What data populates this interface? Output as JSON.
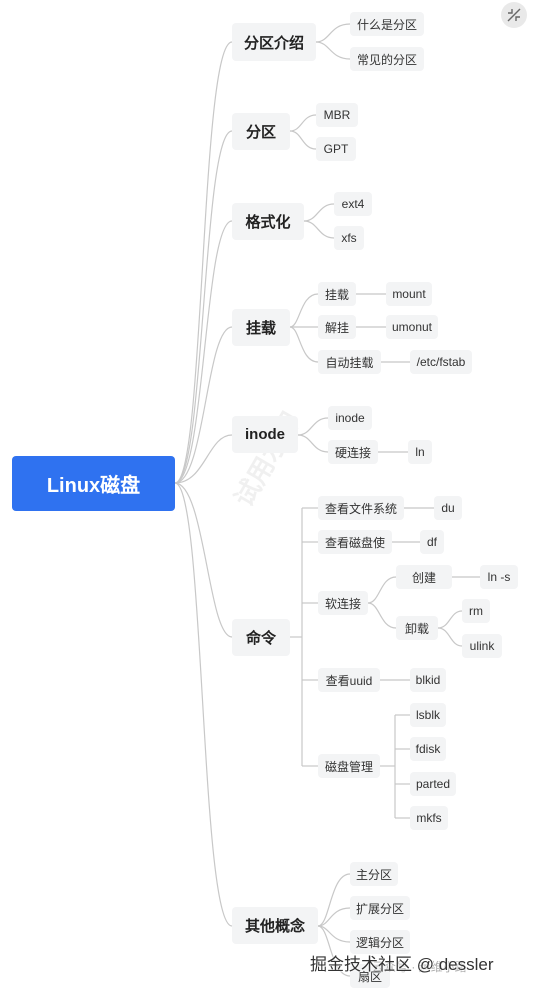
{
  "root": "Linux磁盘",
  "branches": {
    "partition_intro": "分区介绍",
    "what_is_partition": "什么是分区",
    "common_partition": "常见的分区",
    "partition": "分区",
    "mbr": "MBR",
    "gpt": "GPT",
    "format": "格式化",
    "ext4": "ext4",
    "xfs": "xfs",
    "mount_group": "挂载",
    "mount_label": "挂载",
    "mount_cmd": "mount",
    "unmount_label": "解挂",
    "unmount_cmd": "umonut",
    "auto_mount": "自动挂载",
    "fstab": "/etc/fstab",
    "inode_group": "inode",
    "inode_item": "inode",
    "hard_link": "硬连接",
    "ln": "ln",
    "commands": "命令",
    "view_fs": "查看文件系统",
    "du": "du",
    "view_disk_usage": "查看磁盘使",
    "df": "df",
    "soft_link": "软连接",
    "create": "创建",
    "ln_s": "ln -s",
    "remove": "卸载",
    "rm": "rm",
    "ulink": "ulink",
    "view_uuid": "查看uuid",
    "blkid": "blkid",
    "disk_mgmt": "磁盘管理",
    "lsblk": "lsblk",
    "fdisk": "fdisk",
    "parted": "parted",
    "mkfs": "mkfs",
    "other": "其他概念",
    "primary": "主分区",
    "extended": "扩展分区",
    "logical": "逻辑分区",
    "sector": "扇区"
  },
  "watermark_main": "掘金技术社区 @ dessler",
  "watermark_sub": "云众号 · 运维小路",
  "watermark_diag": "试用水印",
  "colors": {
    "root": "#2f72f0",
    "node": "#f3f4f5",
    "line": "#c8c8c8"
  }
}
